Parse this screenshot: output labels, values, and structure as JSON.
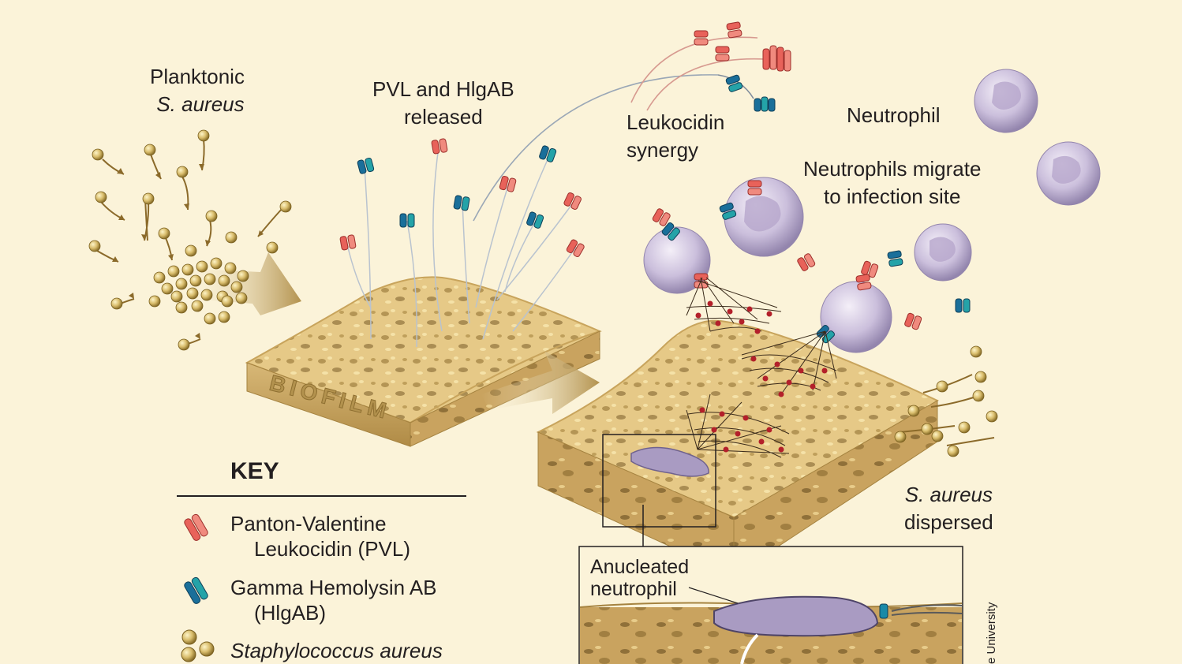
{
  "labels": {
    "planktonic_line1": "Planktonic",
    "planktonic_line2": "S. aureus",
    "released_line1": "PVL and HlgAB",
    "released_line2": "released",
    "synergy_line1": "Leukocidin",
    "synergy_line2": "synergy",
    "neutrophil": "Neutrophil",
    "migrate_line1": "Neutrophils migrate",
    "migrate_line2": "to infection site",
    "dispersed_line1": "S. aureus",
    "dispersed_line2": "dispersed",
    "biofilm": "BIOFILM",
    "anucleated_line1": "Anucleated",
    "anucleated_line2": "neutrophil",
    "credit": "e University"
  },
  "key": {
    "title": "KEY",
    "pvl_line1": "Panton-Valentine",
    "pvl_line2": "Leukocidin (PVL)",
    "hlgab_line1": "Gamma Hemolysin AB",
    "hlgab_line2": "(HlgAB)",
    "staph": "Staphylococcus aureus"
  },
  "colors": {
    "background": "#fbf3d9",
    "pvl": "#e8625a",
    "hlgab": "#1a8aa8",
    "bacteria": "#d4b765",
    "biofilm_top": "#e6c987",
    "biofilm_side": "#c9a35f",
    "neutrophil": "#c5b8d6",
    "net_dot": "#b3202a"
  }
}
